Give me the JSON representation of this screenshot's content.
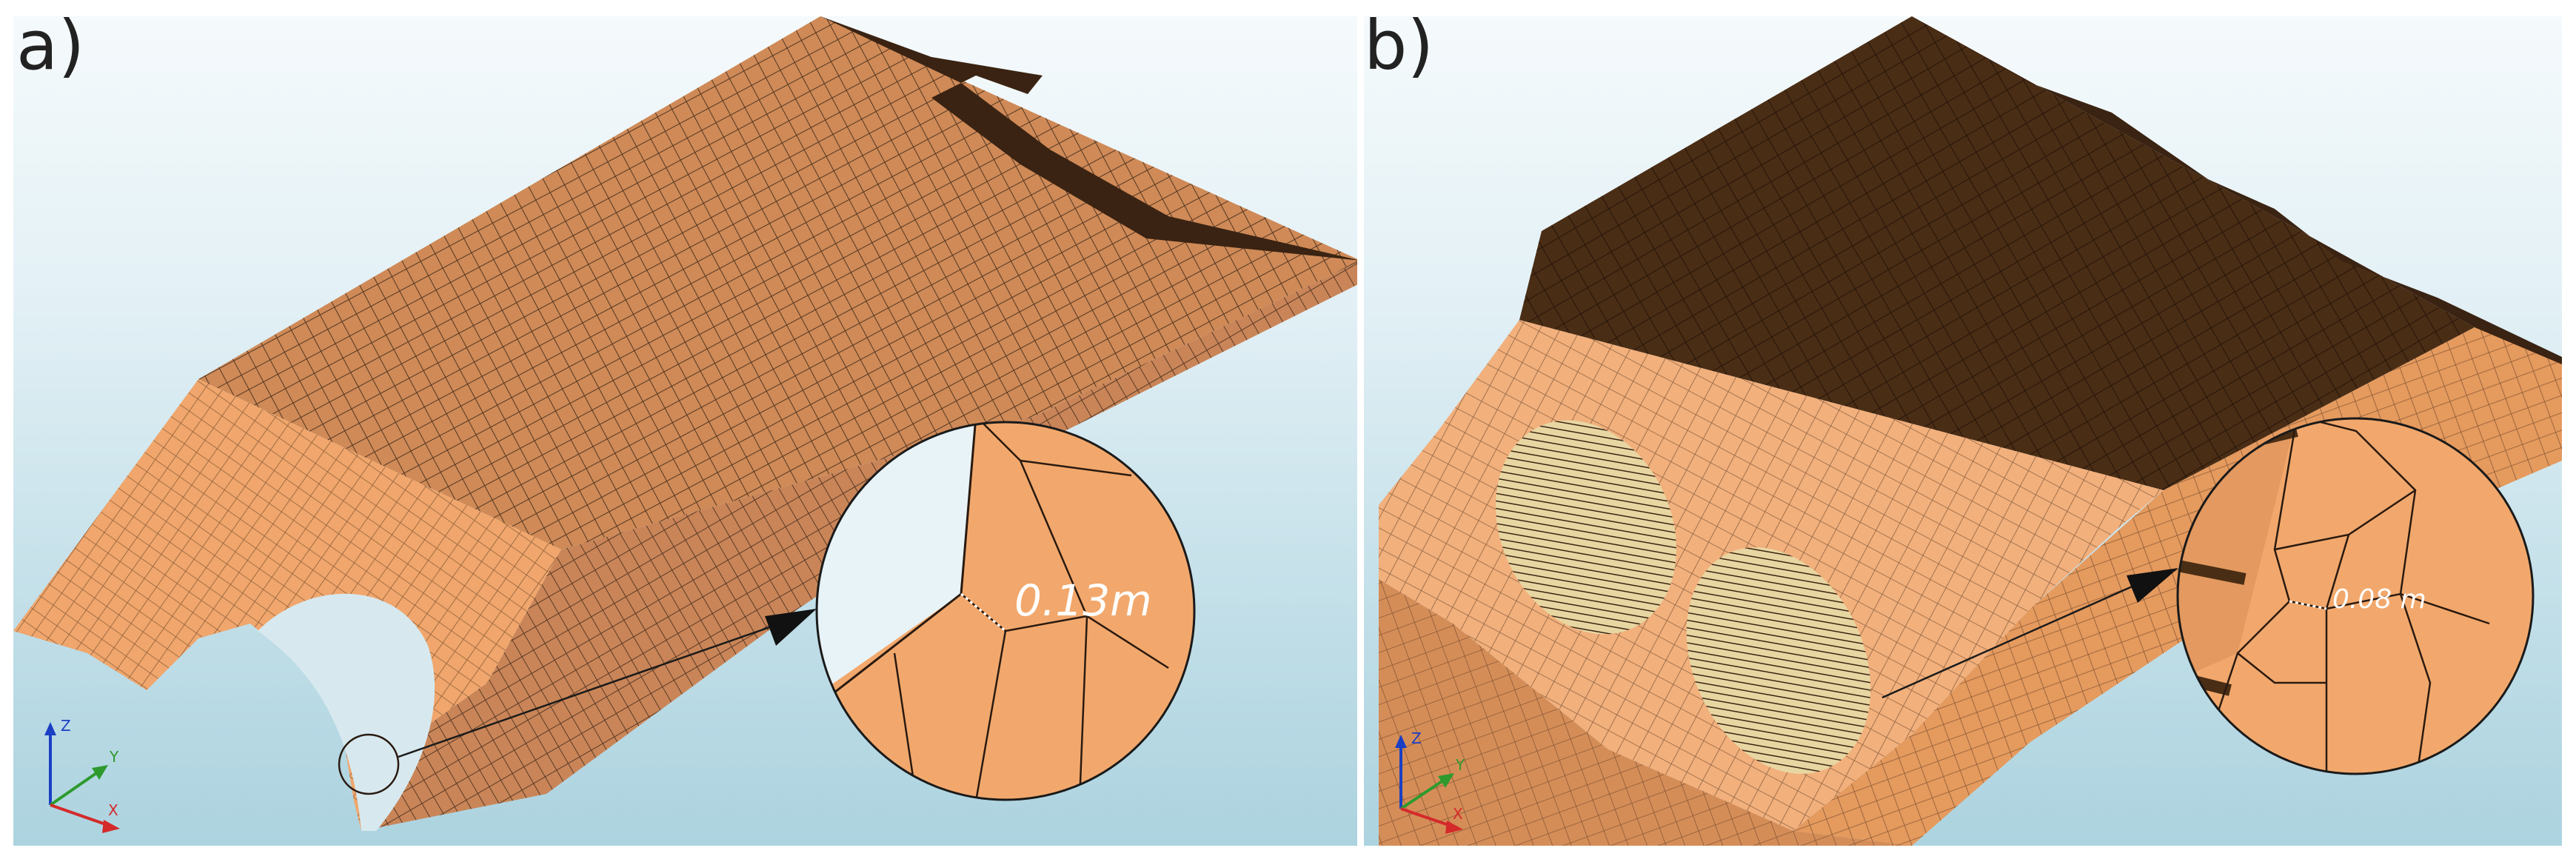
{
  "panels": [
    {
      "label": "a)",
      "measurement": "0.13m"
    },
    {
      "label": "b)",
      "measurement": "0.08 m"
    }
  ],
  "axes": {
    "x": "X",
    "y": "Y",
    "z": "Z"
  },
  "colors": {
    "mesh_light": "#f2a86c",
    "mesh_mid": "#c9875a",
    "mesh_dark": "#3a2312",
    "mesh_line": "#2a1a10",
    "background_top": "#f5fafc",
    "background_bottom": "#acd3df",
    "axis_x": "#d42a2a",
    "axis_y": "#2e9a2e",
    "axis_z": "#1a3fc4"
  },
  "icons": [
    "axis-triad-icon",
    "arrow-icon"
  ]
}
